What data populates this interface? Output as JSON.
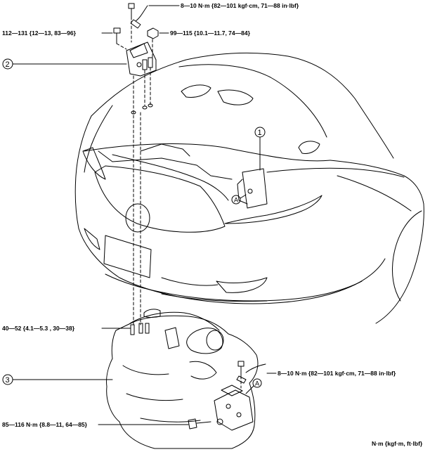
{
  "torque_labels": {
    "top_bolt": "8—10 N·m {82—101 kgf·cm, 71—88 in·lbf}",
    "upper_left_bolt": "112—131 {12—13, 83—96}",
    "upper_right_nut": "99—115 {10.1—11.7, 74—84}",
    "engine_top_studs": "40—52 {4.1—5.3 , 30—38}",
    "lower_right_bolt": "8—10 N·m {82—101 kgf·cm, 71—88 in·lbf}",
    "lower_left_bolt": "85—116 N·m {8.8—11, 64—85}"
  },
  "unit_note": "N·m {kgf·m, ft·lbf}",
  "callouts": {
    "one": "1",
    "two": "2",
    "three": "3"
  },
  "reference_letters": {
    "a_vehicle": "A",
    "a_engine": "A"
  }
}
